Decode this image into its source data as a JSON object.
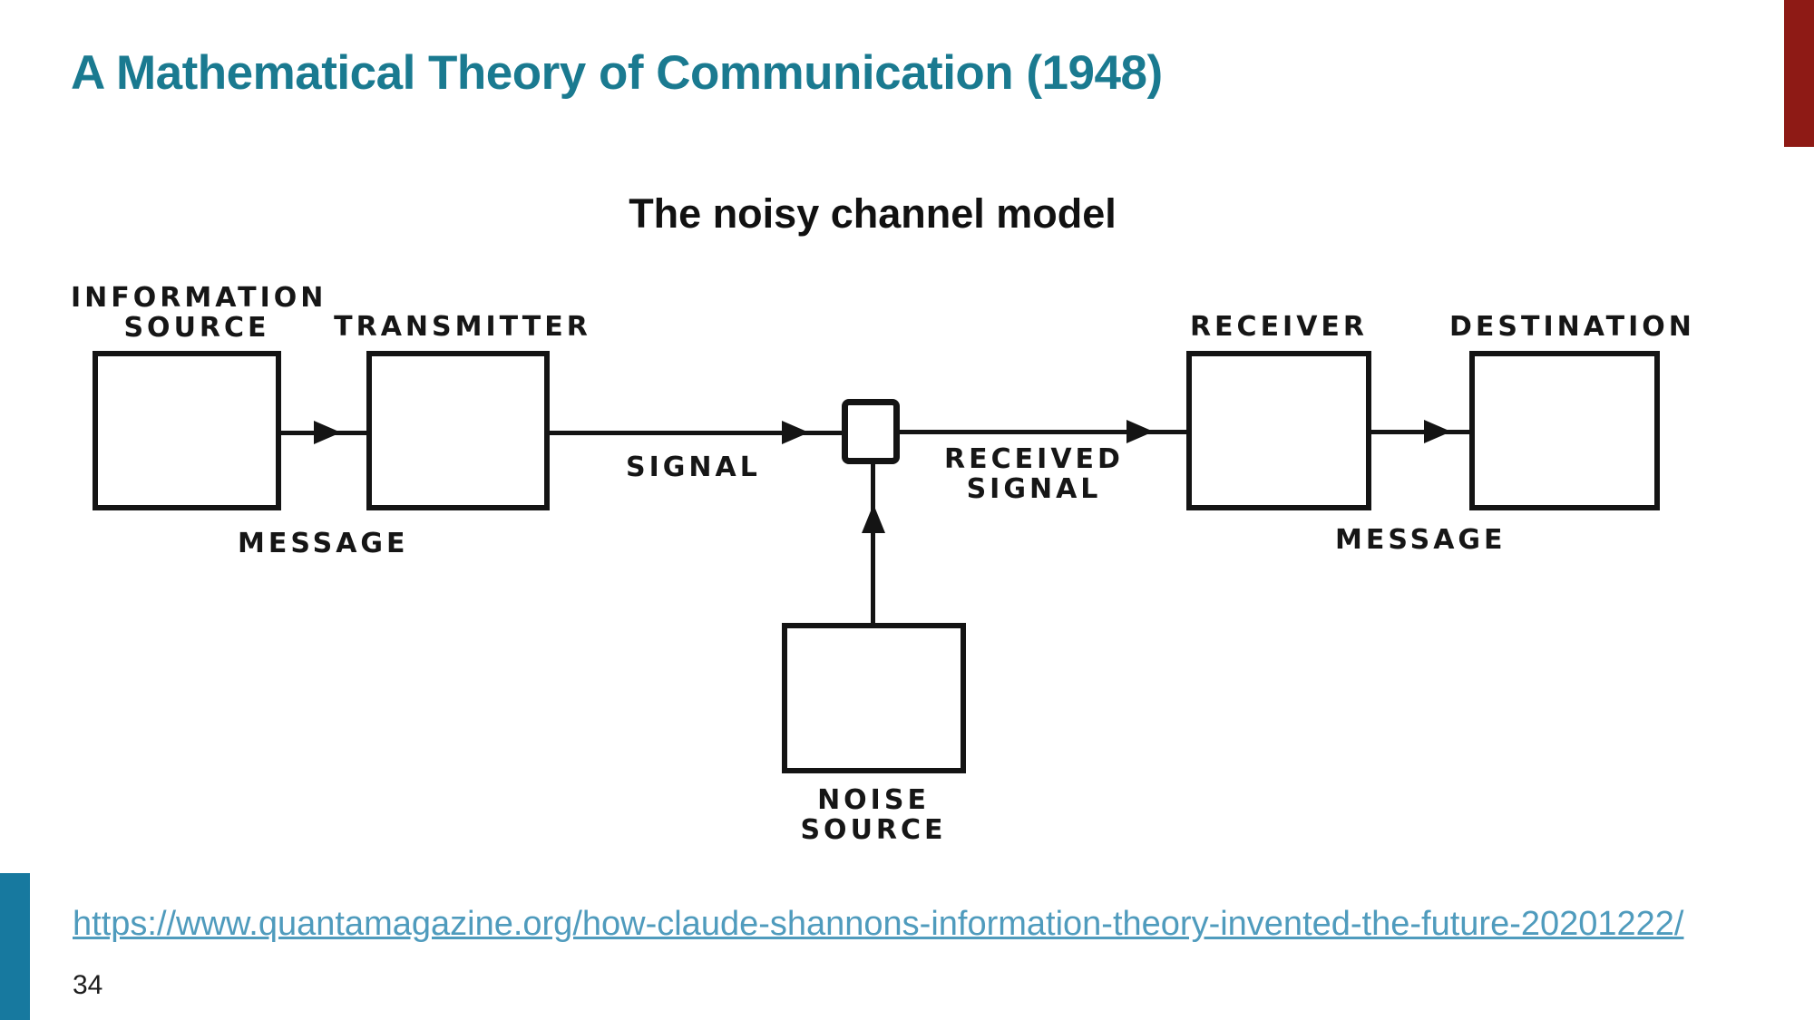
{
  "slide": {
    "title": "A Mathematical Theory of Communication (1948)",
    "subtitle": "The noisy channel model",
    "page_number": "34",
    "source_url": "https://www.quantamagazine.org/how-claude-shannons-information-theory-invented-the-future-20201222/",
    "colors": {
      "title_teal": "#1a7a90",
      "top_right_bar_red": "#8e1a15",
      "bottom_left_bar_teal": "#17799f",
      "link_blue": "#4f9bbd",
      "diagram_ink": "#141414"
    }
  },
  "diagram": {
    "name": "noisy-channel-model",
    "labels": {
      "information_source_line1": "INFORMATION",
      "information_source_line2": "SOURCE",
      "transmitter": "TRANSMITTER",
      "message_left": "MESSAGE",
      "signal": "SIGNAL",
      "received_signal_line1": "RECEIVED",
      "received_signal_line2": "SIGNAL",
      "receiver": "RECEIVER",
      "destination": "DESTINATION",
      "message_right": "MESSAGE",
      "noise_source_line1": "NOISE",
      "noise_source_line2": "SOURCE"
    }
  }
}
